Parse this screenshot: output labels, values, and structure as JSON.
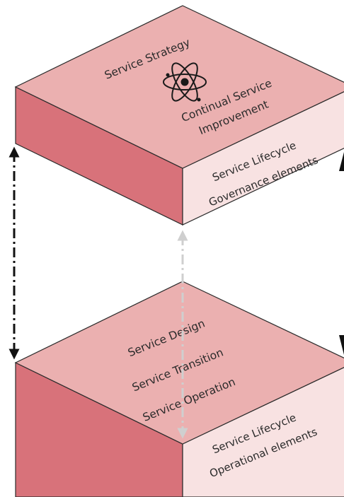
{
  "blocks": {
    "top": {
      "lines": [
        "Service Strategy",
        "Continual Service",
        "Improvement"
      ],
      "side": [
        "Service Lifecycle",
        "Governance elements"
      ],
      "icon": "atom-icon"
    },
    "bottom": {
      "lines": [
        "Service Design",
        "Service Transition",
        "Service Operation"
      ],
      "side": [
        "Service Lifecycle",
        "Operational elements"
      ]
    }
  },
  "colors": {
    "top_face": "#ebb0b0",
    "left_face": "#d8727a",
    "front_face": "#f8e2e2",
    "outline": "#2b2b2b",
    "arrow_dark": "#111111",
    "arrow_light": "#cfcfcf"
  }
}
